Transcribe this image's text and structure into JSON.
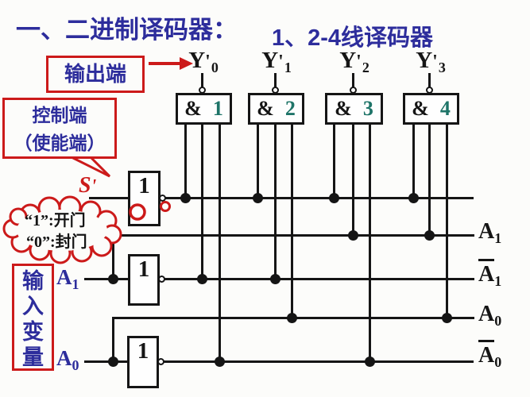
{
  "title": {
    "main": "一、二进制译码器：",
    "sub": "1、2-4线译码器"
  },
  "callouts": {
    "output": "输出端",
    "control_l1": "控制端",
    "control_l2": "（使能端）",
    "cloud_l1": "“1”:开门",
    "cloud_l2": "“0”:封门",
    "input_vars": [
      "输",
      "入",
      "变",
      "量"
    ]
  },
  "signals": {
    "enable": {
      "base": "S",
      "prime": "'"
    },
    "left_inputs": [
      {
        "base": "A",
        "sub": "1"
      },
      {
        "base": "A",
        "sub": "0"
      }
    ],
    "outputs": [
      {
        "base": "Y",
        "prime": "'",
        "sub": "0"
      },
      {
        "base": "Y",
        "prime": "'",
        "sub": "1"
      },
      {
        "base": "Y",
        "prime": "'",
        "sub": "2"
      },
      {
        "base": "Y",
        "prime": "'",
        "sub": "3"
      }
    ],
    "right_buses": [
      {
        "base": "A",
        "sub": "1",
        "inverted": false
      },
      {
        "base": "A",
        "sub": "1",
        "inverted": true
      },
      {
        "base": "A",
        "sub": "0",
        "inverted": false
      },
      {
        "base": "A",
        "sub": "0",
        "inverted": true
      }
    ]
  },
  "gates": [
    {
      "amp": "&",
      "num": "1"
    },
    {
      "amp": "&",
      "num": "2"
    },
    {
      "amp": "&",
      "num": "3"
    },
    {
      "amp": "&",
      "num": "4"
    }
  ],
  "inverters": [
    {
      "label": "1"
    },
    {
      "label": "1"
    },
    {
      "label": "1"
    }
  ],
  "colors": {
    "blue": "#2d2d9c",
    "red": "#cc1a1a",
    "green": "#1e7468",
    "wire": "#151515"
  }
}
